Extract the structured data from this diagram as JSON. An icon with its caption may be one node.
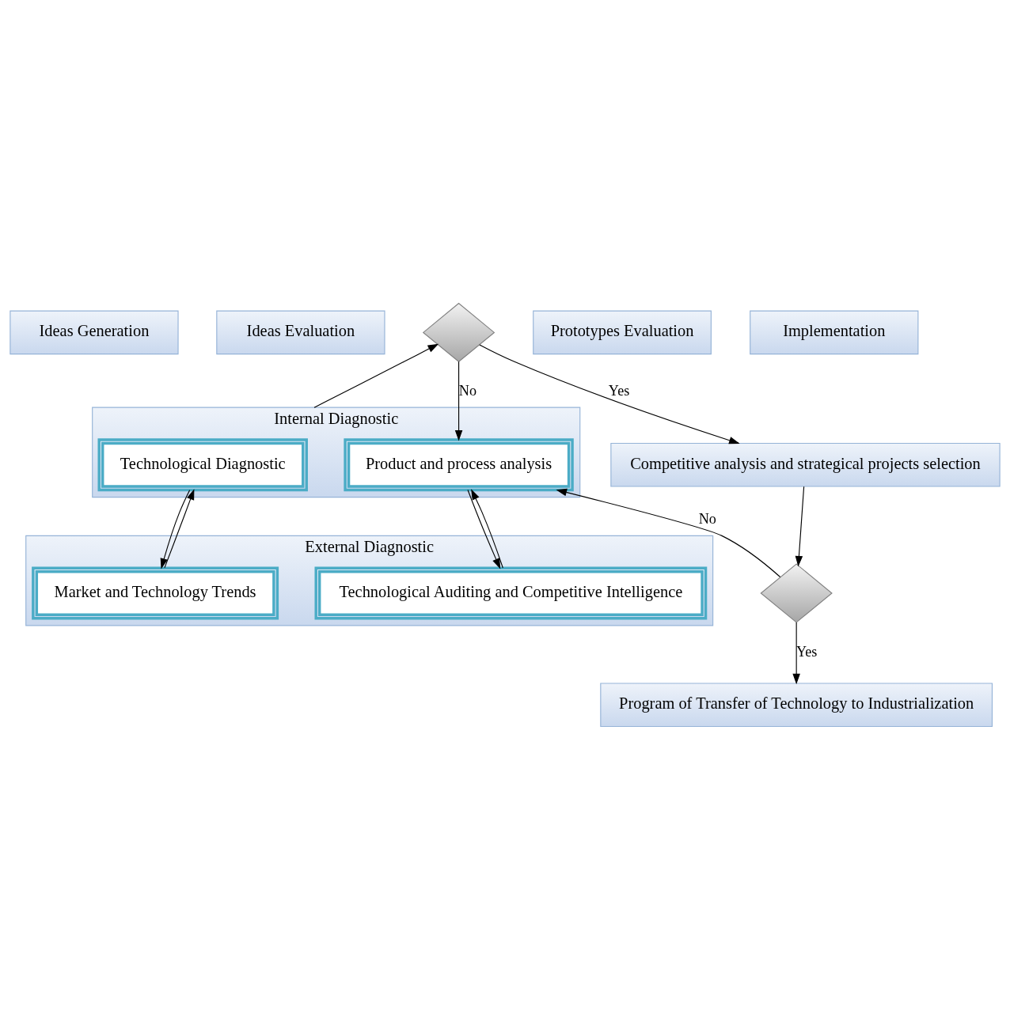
{
  "diagram": {
    "nodes": [
      {
        "text": [
          "Ideas Generation"
        ]
      },
      {
        "text": [
          "Ideas Evaluation"
        ]
      },
      {
        "text": [
          "Internal Diagnostic"
        ]
      },
      {
        "text": [
          "Product and process analysis"
        ],
        "in": 2
      },
      {
        "text": [
          "Technological Diagnostic"
        ],
        "in": 2
      },
      {
        "text": [
          "External Diagnostic"
        ]
      },
      {
        "text": [
          "Technological Auditing and Competitive Intelligence"
        ],
        "in": 5
      },
      {
        "text": [
          "Market and Technology Trends"
        ],
        "in": 5
      },
      {
        "text": [],
        "shape": "diamond"
      },
      {
        "text": [
          "Prototypes Evaluation"
        ]
      },
      {
        "text": [
          "Implementation"
        ]
      },
      {
        "text": [
          "Competitive analysis and strategical projects selection"
        ]
      },
      {
        "text": [],
        "shape": "diamond"
      },
      {
        "text": [
          "Program of Transfer of Technology to Industrialization"
        ]
      }
    ],
    "edges": [
      {
        "from": 3,
        "to": 6,
        "arrow": "to"
      },
      {
        "from": 6,
        "to": 3,
        "arrow": "to"
      },
      {
        "from": 4,
        "to": 7,
        "arrow": "to"
      },
      {
        "from": 7,
        "to": 4,
        "arrow": "to"
      },
      {
        "from": 2,
        "to": 8,
        "arrow": "to"
      },
      {
        "from": 8,
        "to": 3,
        "arrow": "to",
        "label": "No"
      },
      {
        "from": 8,
        "to": 11,
        "arrow": "to",
        "label": "Yes"
      },
      {
        "from": 11,
        "to": 12,
        "arrow": "to"
      },
      {
        "from": 12,
        "to": 13,
        "arrow": "to",
        "label": "Yes"
      },
      {
        "from": 12,
        "to": 3,
        "arrow": "to",
        "label": "No"
      }
    ]
  }
}
